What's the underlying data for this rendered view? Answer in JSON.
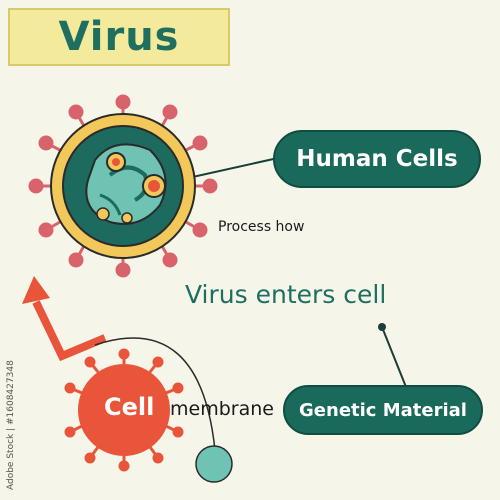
{
  "title": "Virus",
  "labels": {
    "human_cells": "Human Cells",
    "process_how": "Process how",
    "virus_enters_cell": "Virus enters cell",
    "cell": "Cell",
    "membrane": "membrane",
    "genetic_material": "Genetic Material"
  },
  "watermark": "Adobe Stock | #1608427348",
  "colors": {
    "teal": "#1a6a5c",
    "yellow": "#f4ea9c",
    "red_orange": "#e9553a",
    "pink_spike": "#d9636b",
    "mint": "#6fc3b2",
    "background": "#f6f5e9"
  }
}
